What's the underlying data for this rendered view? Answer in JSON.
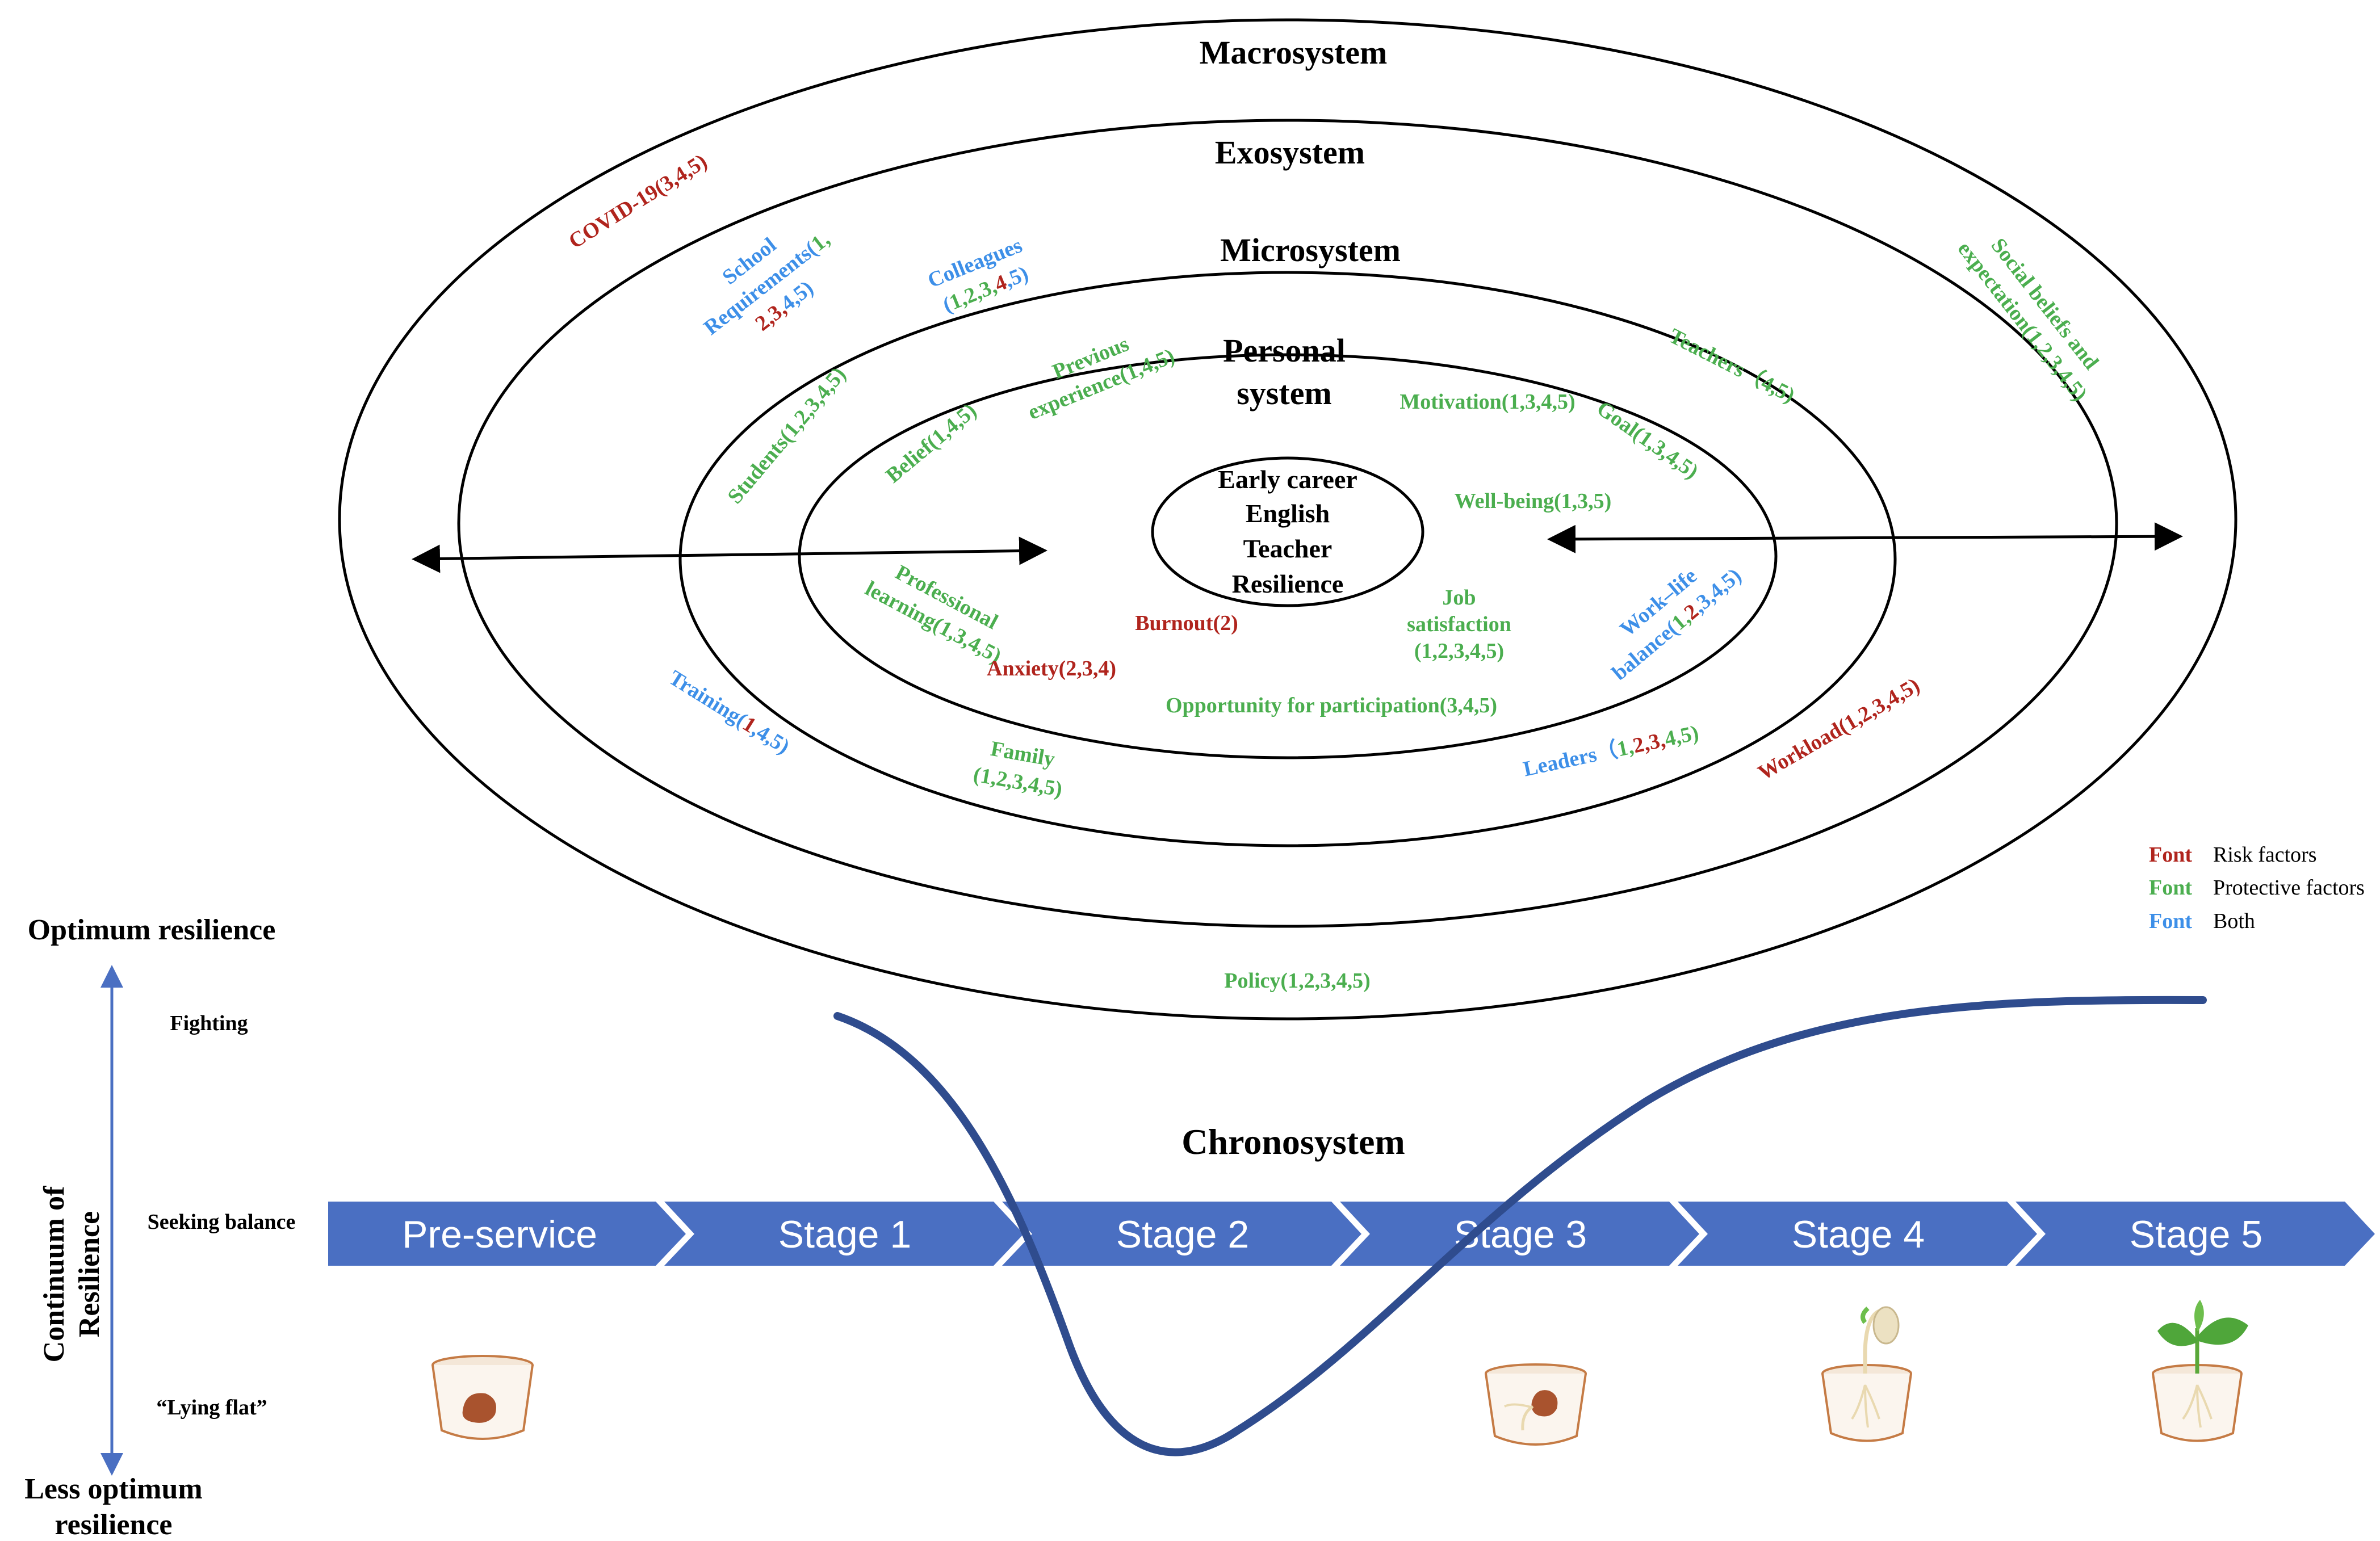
{
  "colors": {
    "risk": "#B0241D",
    "protective": "#4BAE4F",
    "both": "#3D8FE8",
    "arrow_band": "#4A6FC2",
    "curve": "#2F4C8E",
    "axis_arrow": "#4A6FC2"
  },
  "systems": {
    "macro": "Macrosystem",
    "exo": "Exosystem",
    "micro": "Microsystem",
    "personal_line1": "Personal",
    "personal_line2": "system",
    "center_line1": "Early career",
    "center_line2": "English",
    "center_line3": "Teacher",
    "center_line4": "Resilience",
    "chrono": "Chronosystem"
  },
  "factors": {
    "covid": "COVID-19(3,4,5)",
    "social_line1": "Social beliefs and",
    "social_line2": "expectation(1,2,3,4,5)",
    "school_line1": "School",
    "school_line2a": "Requirements(",
    "school_line2b": "1,",
    "school_line3a": "2,3,",
    "school_line3b": "4,5)",
    "colleagues_line1": "Colleagues",
    "colleagues_open": "(",
    "colleagues_a": "1,2,3,",
    "colleagues_b": "4",
    "colleagues_c": ",5)",
    "teachers": "Teachers（4,5)",
    "students": "Students(1,2,3,4,5)",
    "previous_line1": "Previous",
    "previous_line2": "experience(1,4,5)",
    "belief": "Belief(1,4,5)",
    "motivation": "Motivation(1,3,4,5)",
    "goal": "Goal(1,3,4,5)",
    "wellbeing": "Well-being(1,3,5)",
    "professional_line1": "Professional",
    "professional_line2": "learning(1,3,4,5)",
    "burnout": "Burnout(2)",
    "anxiety": "Anxiety(2,3,4)",
    "job_line1": "Job",
    "job_line2": "satisfaction",
    "job_line3": "(1,2,3,4,5)",
    "worklife_line1": "Work–life",
    "worklife_line2a": "balance(",
    "worklife_line2b": "1,",
    "worklife_line2c": "2",
    "worklife_line2d": ",3,4,5)",
    "opportunity": "Opportunity for participation(3,4,5)",
    "training_a": "Training(",
    "training_b": "1",
    "training_c": ",4,5)",
    "family_line1": "Family",
    "family_line2": "(1,2,3,4,5)",
    "leaders_a": "Leaders（",
    "leaders_b": "1,",
    "leaders_c": "2,3,",
    "leaders_d": "4,5)",
    "workload": "Workload(1,2,3,4,5)",
    "policy": "Policy(1,2,3,4,5)"
  },
  "legend": {
    "sample": "Font",
    "risk": "Risk factors",
    "protective": "Protective factors",
    "both": "Both"
  },
  "continuum": {
    "optimum": "Optimum resilience",
    "less_line1": "Less optimum",
    "less_line2": "resilience",
    "axis_line1": "Continuum of",
    "axis_line2": "Resilience",
    "fighting": "Fighting",
    "seeking": "Seeking balance",
    "lying": "“Lying flat”"
  },
  "stages": [
    "Pre-service",
    "Stage 1",
    "Stage 2",
    "Stage 3",
    "Stage 4",
    "Stage 5"
  ]
}
